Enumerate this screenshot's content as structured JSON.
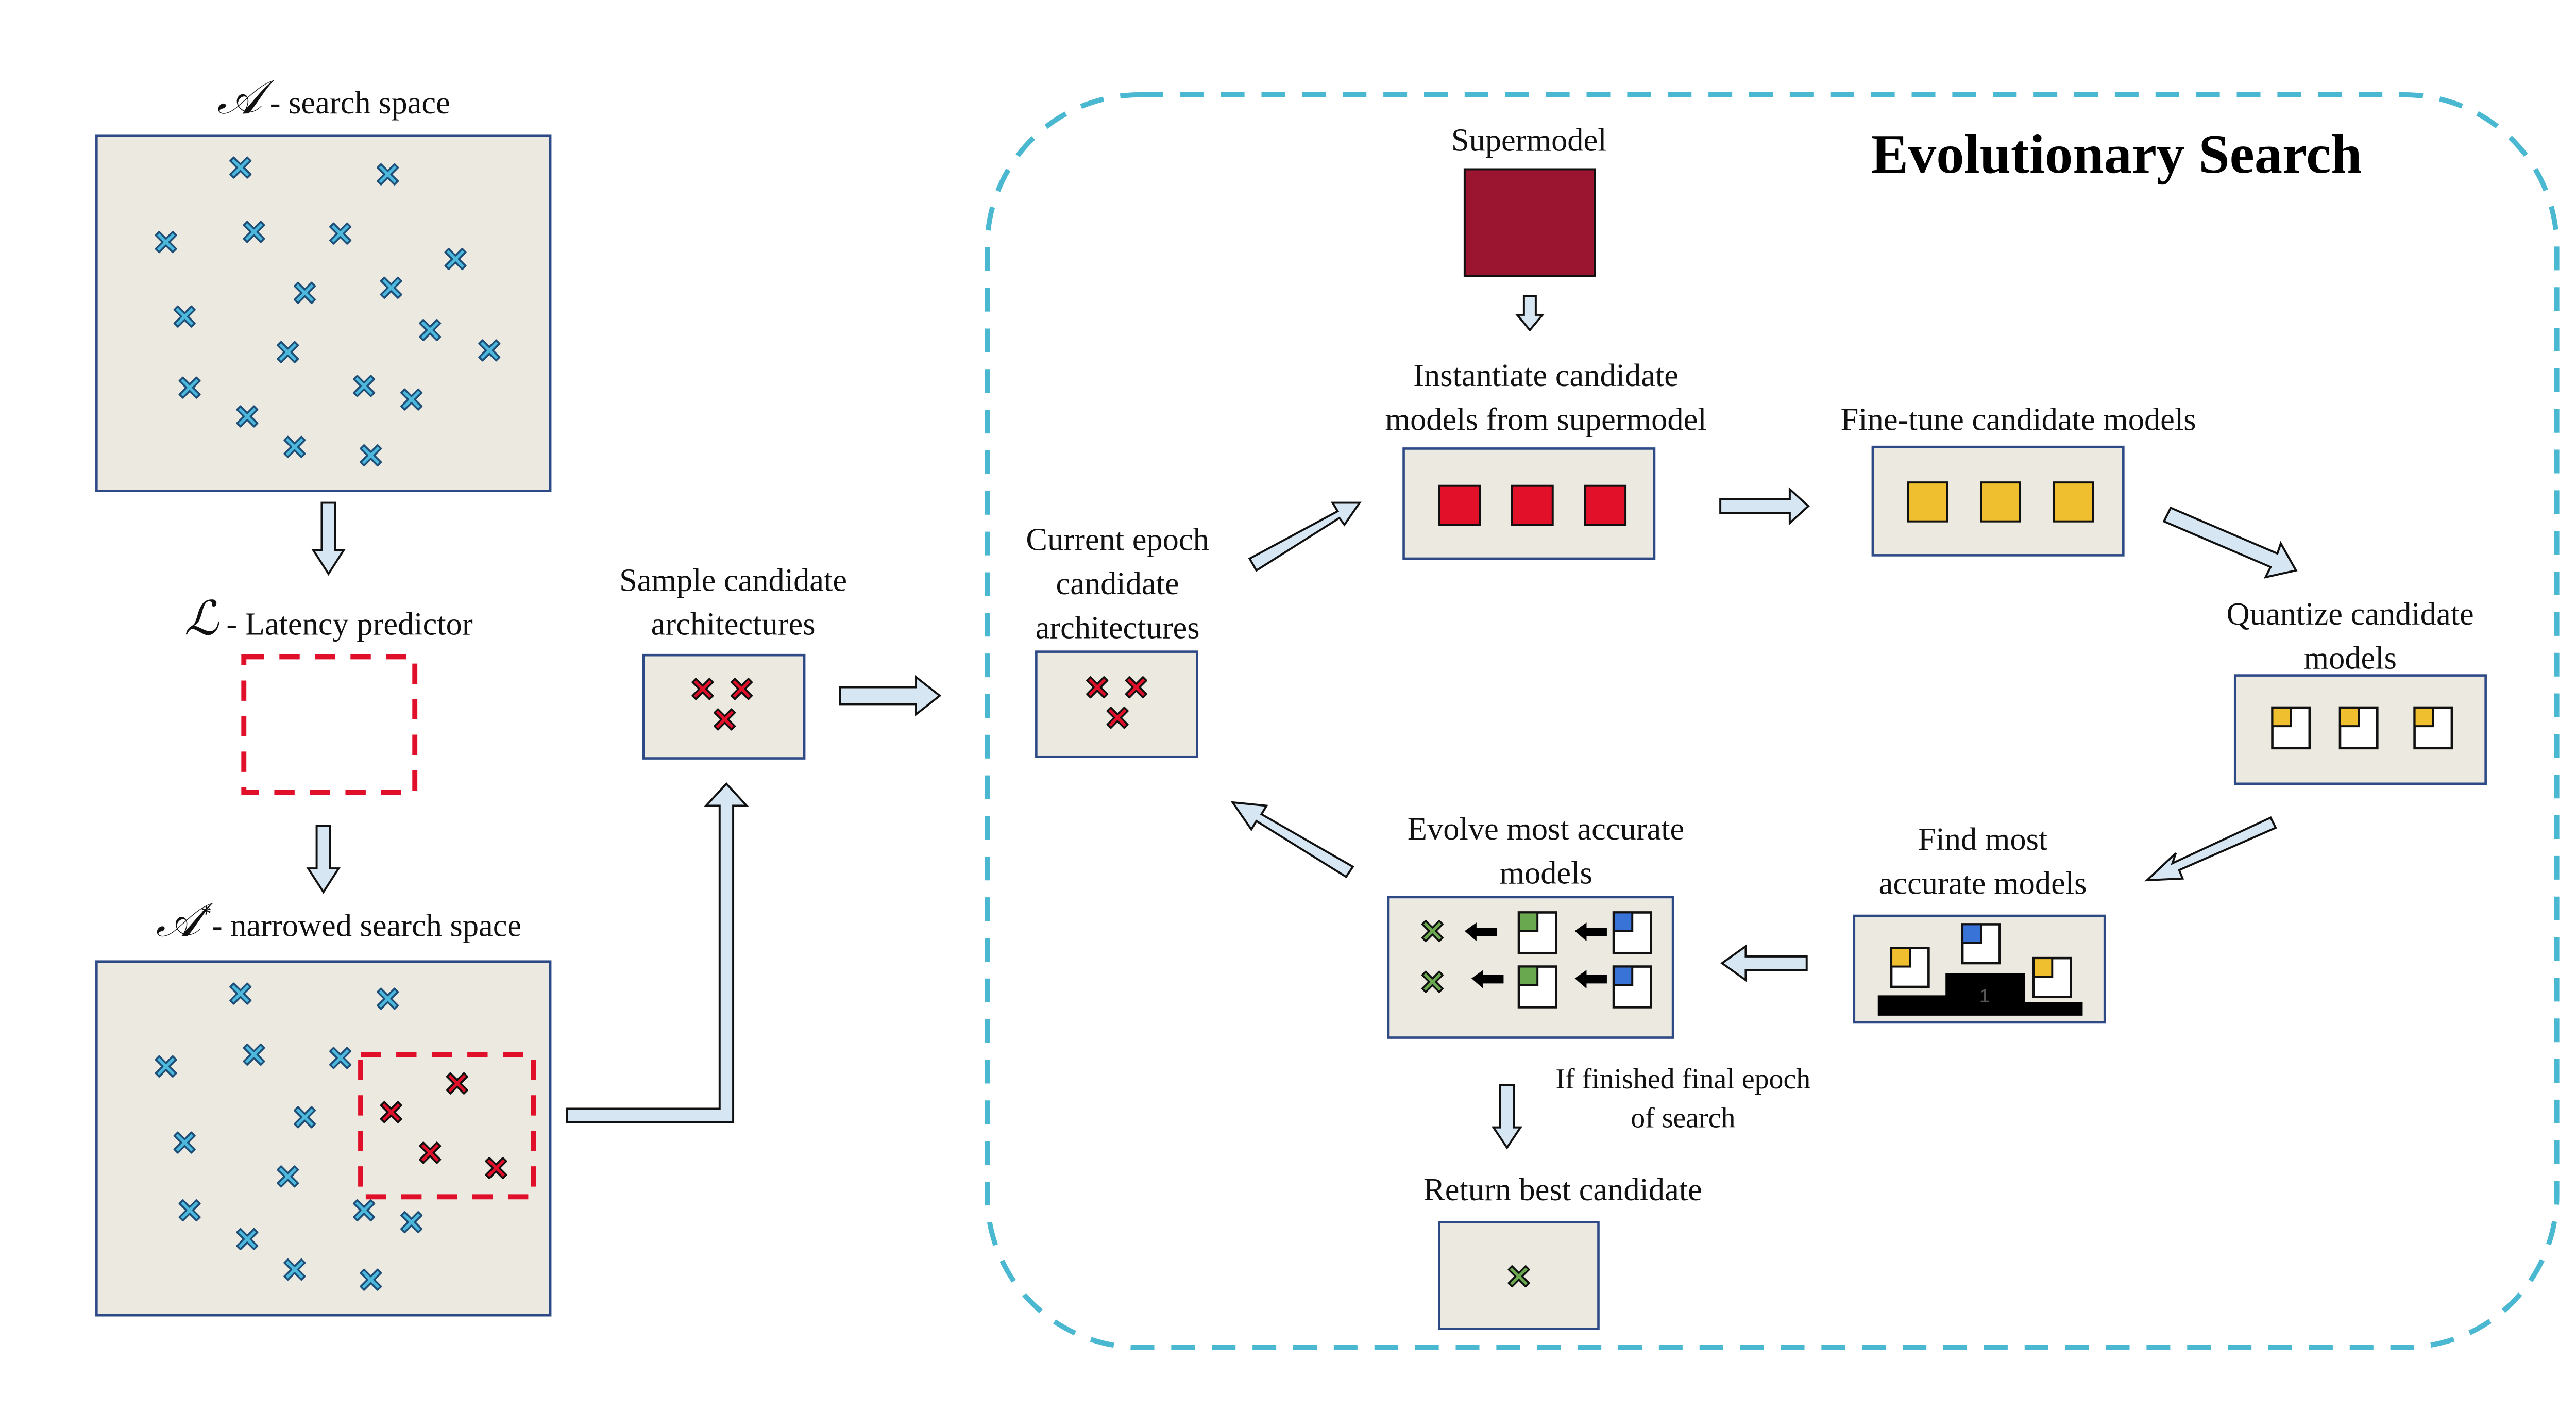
{
  "diagram": {
    "title": "Evolutionary Search",
    "left_pipeline": {
      "search_space": {
        "symbol": "𝒜",
        "label": " - search space"
      },
      "latency_predictor": {
        "symbol": "ℒ",
        "label": " - Latency predictor"
      },
      "narrowed_space": {
        "symbol": "𝒜",
        "superscript": "*",
        "label": "- narrowed search space"
      },
      "sample": {
        "line1": "Sample candidate",
        "line2": "architectures"
      }
    },
    "evolutionary_steps": {
      "supermodel": "Supermodel",
      "current_epoch": {
        "line1": "Current epoch",
        "line2": "candidate",
        "line3": "architectures"
      },
      "instantiate": {
        "line1": "Instantiate candidate",
        "line2": "models from supermodel"
      },
      "finetune": "Fine-tune candidate models",
      "quantize": {
        "line1": "Quantize candidate",
        "line2": "models"
      },
      "find": {
        "line1": "Find most",
        "line2": "accurate models"
      },
      "evolve": {
        "line1": "Evolve most accurate",
        "line2": "models"
      },
      "condition": {
        "line1": "If finished final epoch",
        "line2": "of search"
      },
      "return": "Return best candidate",
      "podium_rank": "1"
    },
    "colors": {
      "search_point": "#4bb8dc",
      "selected_point": "#e0102a",
      "supermodel": "#9b1430",
      "candidate_model": "#e3102a",
      "finetuned_model": "#efbf2f",
      "best_model": "#3a73d8",
      "evolved_model": "#6aa84f",
      "loop_border": "#4ab8d0",
      "panel_fill": "#ece9e1"
    },
    "search_space_points": 18,
    "narrowed_space_points": {
      "outside": 14,
      "selected": 4
    },
    "sampled_architectures": 3,
    "candidate_models": 3
  }
}
